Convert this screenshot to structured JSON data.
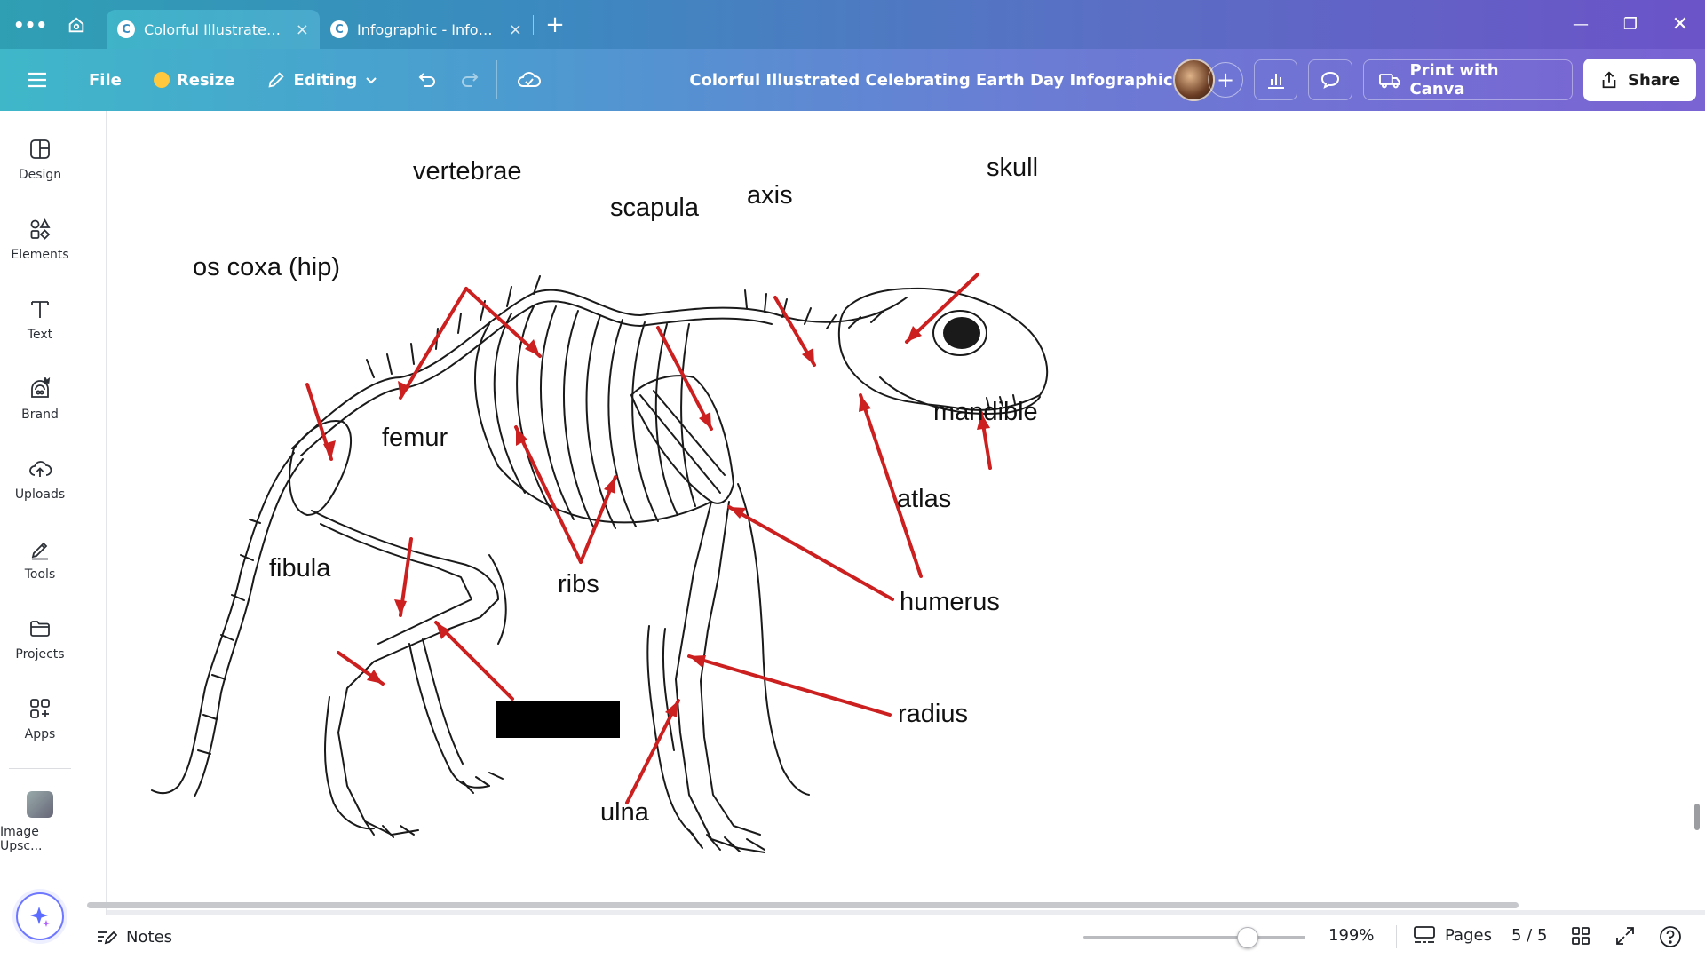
{
  "browser": {
    "tabs": [
      {
        "title": "Colorful Illustrated...",
        "active": true
      },
      {
        "title": "Infographic - Infogr...",
        "active": false
      }
    ],
    "favicon_letter": "C"
  },
  "toolbar": {
    "file_label": "File",
    "resize_label": "Resize",
    "editing_label": "Editing",
    "doc_title": "Colorful Illustrated Celebrating Earth Day Infographic",
    "print_label": "Print with Canva",
    "share_label": "Share"
  },
  "sidebar": {
    "items": [
      {
        "label": "Design",
        "icon": "design-icon"
      },
      {
        "label": "Elements",
        "icon": "elements-icon"
      },
      {
        "label": "Text",
        "icon": "text-icon"
      },
      {
        "label": "Brand",
        "icon": "brand-icon"
      },
      {
        "label": "Uploads",
        "icon": "uploads-icon"
      },
      {
        "label": "Tools",
        "icon": "tools-icon"
      },
      {
        "label": "Projects",
        "icon": "projects-icon"
      },
      {
        "label": "Apps",
        "icon": "apps-icon"
      },
      {
        "label": "Image Upsc...",
        "icon": "image-upscaler-icon"
      }
    ]
  },
  "diagram": {
    "labels": {
      "vertebrae": "vertebrae",
      "skull": "skull",
      "scapula": "scapula",
      "axis": "axis",
      "os_coxa": "os coxa (hip)",
      "mandible": "mandible",
      "femur": "femur",
      "atlas": "atlas",
      "fibula": "fibula",
      "ribs": "ribs",
      "humerus": "humerus",
      "radius": "radius",
      "ulna": "ulna"
    },
    "arrow_color": "#cc1f1f"
  },
  "bottombar": {
    "notes_label": "Notes",
    "zoom": "199%",
    "zoom_fraction": 0.74,
    "pages_label": "Pages",
    "page_count": "5 / 5"
  }
}
